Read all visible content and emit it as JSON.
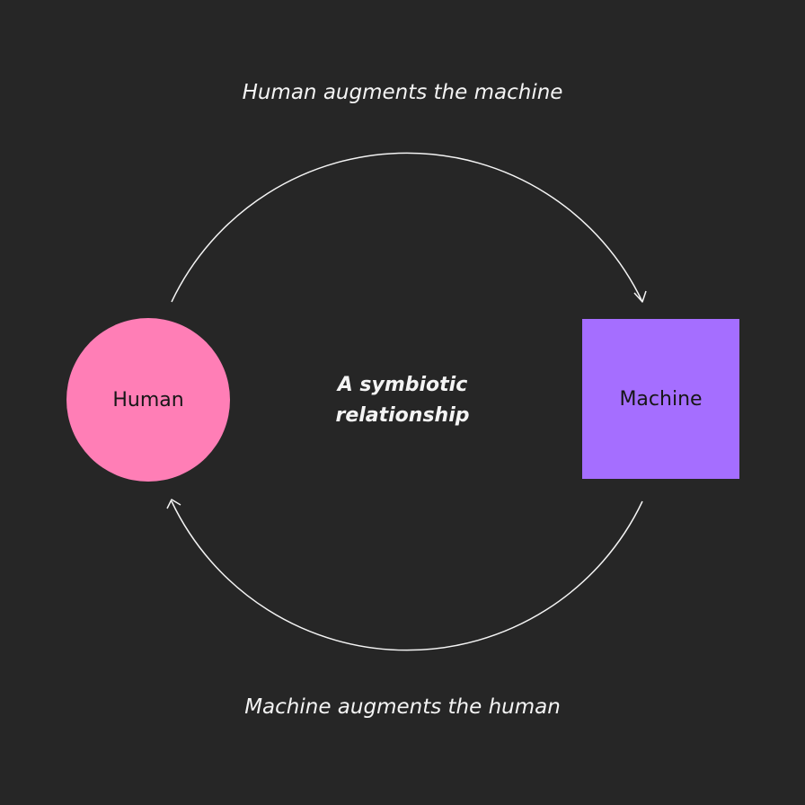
{
  "diagram": {
    "top_label": "Human augments the machine",
    "bottom_label": "Machine augments the human",
    "center_label_line1": "A symbiotic",
    "center_label_line2": "relationship",
    "nodes": [
      {
        "id": "human",
        "label": "Human",
        "shape": "circle",
        "color": "#ff7eb6"
      },
      {
        "id": "machine",
        "label": "Machine",
        "shape": "square",
        "color": "#a56eff"
      }
    ],
    "edges": [
      {
        "from": "human",
        "to": "machine",
        "label": "Human augments the machine"
      },
      {
        "from": "machine",
        "to": "human",
        "label": "Machine augments the human"
      }
    ]
  },
  "colors": {
    "background": "#262626",
    "text": "#f4f4f4",
    "arrow": "#f4f4f4",
    "node_text": "#161616"
  }
}
